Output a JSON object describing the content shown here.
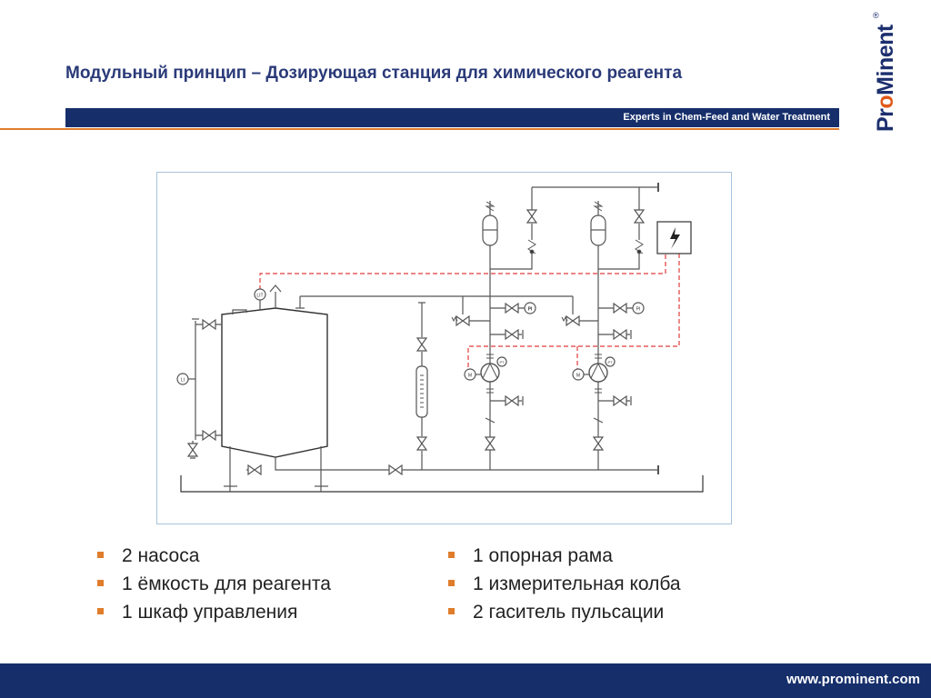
{
  "title": "Модульный принцип – Дозирующая станция для химического реагента",
  "tagline": "Experts in Chem-Feed and Water Treatment",
  "logo": {
    "part1": "Pr",
    "part2": "o",
    "part3": "Minent",
    "registered": "®"
  },
  "diagram": {
    "labels": {
      "pi": "PI",
      "lit": "LIT",
      "li": "LI",
      "m": "M",
      "pt": "PT"
    }
  },
  "bullets": {
    "left": [
      "2 насоса",
      "1 ёмкость для реагента",
      "1 шкаф управления"
    ],
    "right": [
      "1 опорная рама",
      "1 измерительная колба",
      "2 гаситель пульсации"
    ]
  },
  "footer": {
    "url": "www.prominent.com"
  },
  "colors": {
    "navy": "#162f6b",
    "orange": "#e07d2c",
    "signal": "#e23b3b"
  }
}
